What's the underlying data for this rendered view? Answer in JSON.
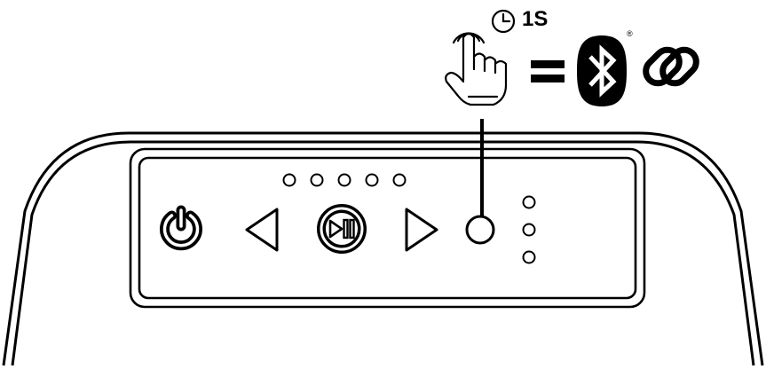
{
  "instruction": {
    "duration_label": "1S",
    "equals_sign": "=",
    "registered_mark": "®",
    "gesture_icon": "tap-and-hold-hand-icon",
    "timer_icon": "clock-icon",
    "result_icons": [
      "bluetooth-icon",
      "link-icon"
    ]
  },
  "device": {
    "buttons": [
      {
        "icon": "power-icon"
      },
      {
        "icon": "previous-triangle-icon"
      },
      {
        "icon": "play-pause-icon"
      },
      {
        "icon": "next-triangle-icon"
      },
      {
        "icon": "bluetooth-pair-button"
      }
    ],
    "volume_led_count": 5,
    "status_led_count": 3
  },
  "colors": {
    "ink": "#000000",
    "paper": "#ffffff"
  }
}
